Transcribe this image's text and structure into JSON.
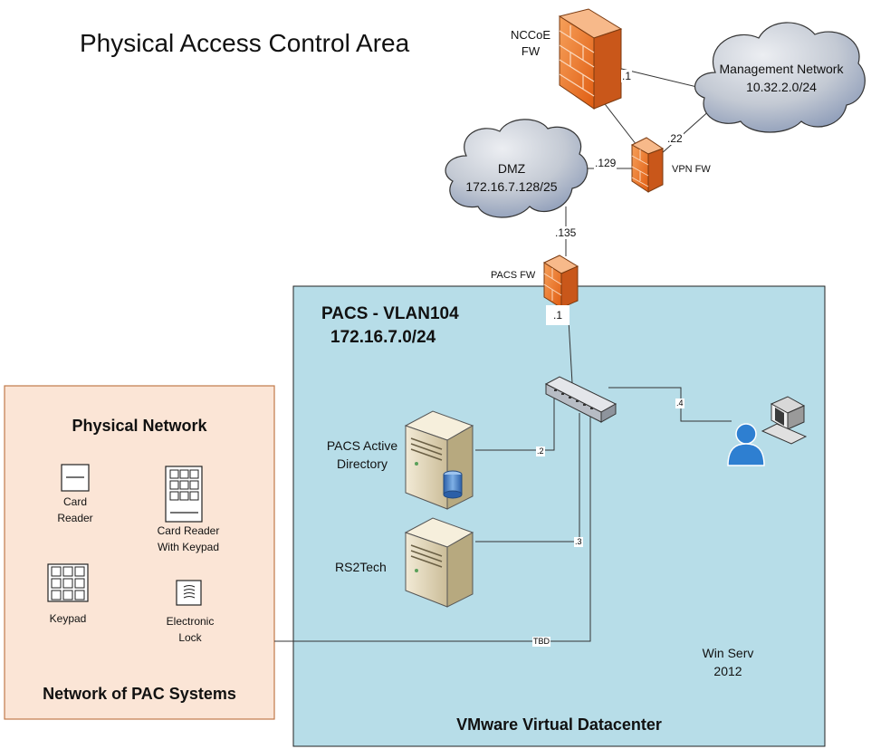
{
  "page_title": "Physical Access Control Area",
  "nccoe_fw": {
    "line1": "NCCoE",
    "line2": "FW"
  },
  "management_network": {
    "name": "Management Network",
    "subnet": "10.32.2.0/24"
  },
  "dmz": {
    "name": "DMZ",
    "subnet": "172.16.7.128/25"
  },
  "vpn_fw": "VPN FW",
  "pacs_fw": "PACS FW",
  "link_labels": {
    "nccoe_mgmt": ".1",
    "vpn_mgmt": ".22",
    "vpn_dmz": ".129",
    "dmz_pacsfw": ".135",
    "pacsfw_switch": ".1",
    "switch_ad": ".2",
    "switch_rs2": ".3",
    "switch_ws": ".4",
    "switch_physical": "TBD"
  },
  "vlan": {
    "name": "PACS - VLAN104",
    "subnet": "172.16.7.0/24"
  },
  "servers": {
    "ad": {
      "line1": "PACS Active",
      "line2": "Directory"
    },
    "rs2": "RS2Tech"
  },
  "win_serv": {
    "line1": "Win Serv",
    "line2": "2012"
  },
  "datacenter_label": "VMware Virtual Datacenter",
  "physical": {
    "title": "Physical Network",
    "footer": "Network of PAC Systems",
    "card_reader": {
      "line1": "Card",
      "line2": "Reader"
    },
    "card_reader_keypad": {
      "line1": "Card Reader",
      "line2": "With Keypad"
    },
    "keypad": "Keypad",
    "electronic_lock": {
      "line1": "Electronic",
      "line2": "Lock"
    }
  },
  "colors": {
    "vlan_fill": "#b7dde8",
    "physical_fill": "#fbe5d6",
    "firewall_orange": "#f07a2a",
    "cloud_fill": "#c8cdd6",
    "user_blue": "#2e7fd1"
  }
}
